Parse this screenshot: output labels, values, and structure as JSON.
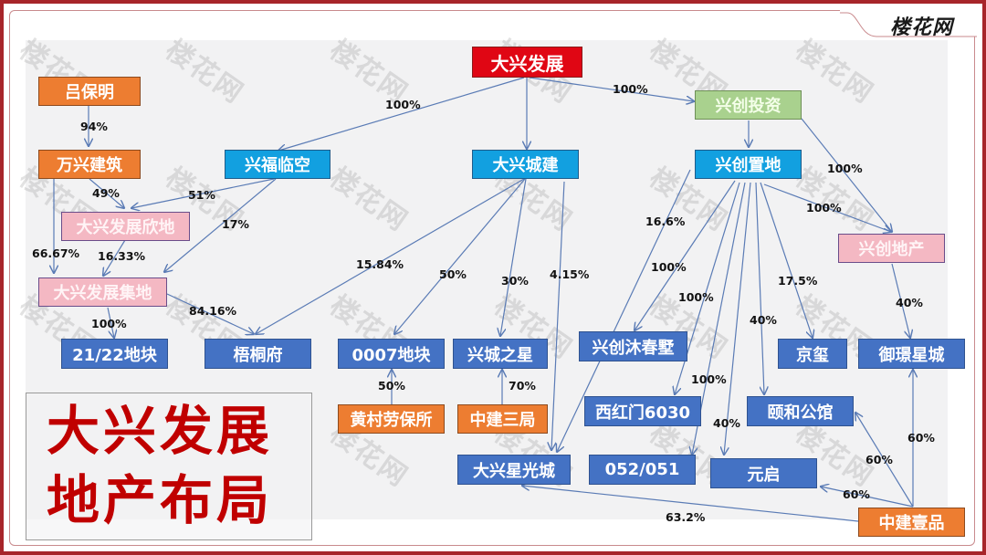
{
  "header": {
    "logo_text": "楼花网"
  },
  "watermark": "楼花网",
  "title_block": {
    "line1": "大兴发展",
    "line2": "地产布局"
  },
  "colors": {
    "frame": "#a7252a",
    "root": "#e00614",
    "shareholder": "#ed7d31",
    "subsidiary": "#12a0e0",
    "investment": "#a9d18e",
    "jv_company": "#f4b8c3",
    "project": "#4472c4",
    "title_text": "#c00000",
    "edge": "#5a7bb5"
  },
  "nodes": {
    "daxing_fazhan": "大兴发展",
    "lv_baoming": "吕保明",
    "wanxing_jianzhu": "万兴建筑",
    "xingfu_linkong": "兴福临空",
    "daxing_chengjian": "大兴城建",
    "xingchuang_touzi": "兴创投资",
    "xingchuang_zhidi": "兴创置地",
    "daxing_xindi": "大兴发展欣地",
    "daxing_jidi": "大兴发展集地",
    "xingchuang_dichan": "兴创地产",
    "plot_2122": "21/22地块",
    "wutongfu": "梧桐府",
    "plot_0007": "0007地块",
    "xingcheng_zhixing": "兴城之星",
    "xingchuang_muchunshu": "兴创沐春墅",
    "jingxi": "京玺",
    "yujing_xingcheng": "御璟星城",
    "huangcun_laobao": "黄村劳保所",
    "zhongjian_sanju": "中建三局",
    "xihongmen_6030": "西红门6030",
    "yihe_gongguan": "颐和公馆",
    "daxing_xingguangcheng": "大兴星光城",
    "plot_052051": "052/051",
    "yuanqi": "元启",
    "zhongjian_yipin": "中建壹品"
  },
  "edges": [
    {
      "from": "大兴发展",
      "to": "兴福临空",
      "pct": "100%"
    },
    {
      "from": "大兴发展",
      "to": "大兴城建",
      "pct": ""
    },
    {
      "from": "大兴发展",
      "to": "兴创投资",
      "pct": "100%"
    },
    {
      "from": "吕保明",
      "to": "万兴建筑",
      "pct": "94%"
    },
    {
      "from": "万兴建筑",
      "to": "大兴发展欣地",
      "pct": "49%"
    },
    {
      "from": "兴福临空",
      "to": "大兴发展欣地",
      "pct": "51%"
    },
    {
      "from": "兴福临空",
      "to": "大兴发展集地",
      "pct": "17%"
    },
    {
      "from": "万兴建筑",
      "to": "大兴发展集地",
      "pct": "66.67%"
    },
    {
      "from": "大兴发展欣地",
      "to": "大兴发展集地",
      "pct": "16.33%"
    },
    {
      "from": "大兴发展集地",
      "to": "21/22地块",
      "pct": "100%"
    },
    {
      "from": "大兴发展集地",
      "to": "梧桐府",
      "pct": "84.16%"
    },
    {
      "from": "大兴城建",
      "to": "梧桐府",
      "pct": "15.84%"
    },
    {
      "from": "大兴城建",
      "to": "0007地块",
      "pct": "50%"
    },
    {
      "from": "大兴城建",
      "to": "兴城之星",
      "pct": "30%"
    },
    {
      "from": "大兴城建",
      "to": "大兴星光城",
      "pct": "4.15%"
    },
    {
      "from": "黄村劳保所",
      "to": "0007地块",
      "pct": "50%"
    },
    {
      "from": "中建三局",
      "to": "兴城之星",
      "pct": "70%"
    },
    {
      "from": "兴创投资",
      "to": "兴创置地",
      "pct": ""
    },
    {
      "from": "兴创投资",
      "to": "兴创地产",
      "pct": "100%"
    },
    {
      "from": "兴创置地",
      "to": "兴创地产",
      "pct": "100%"
    },
    {
      "from": "兴创置地",
      "to": "大兴星光城",
      "pct": "16.6%"
    },
    {
      "from": "兴创置地",
      "to": "兴创沐春墅",
      "pct": "100%"
    },
    {
      "from": "兴创置地",
      "to": "西红门6030",
      "pct": "100%"
    },
    {
      "from": "兴创置地",
      "to": "052/051",
      "pct": "100%"
    },
    {
      "from": "兴创置地",
      "to": "元启",
      "pct": "40%"
    },
    {
      "from": "兴创置地",
      "to": "颐和公馆",
      "pct": "40%"
    },
    {
      "from": "兴创置地",
      "to": "京玺",
      "pct": "17.5%"
    },
    {
      "from": "兴创地产",
      "to": "御璟星城",
      "pct": "40%"
    },
    {
      "from": "中建壹品",
      "to": "御璟星城",
      "pct": "60%"
    },
    {
      "from": "中建壹品",
      "to": "颐和公馆",
      "pct": "60%"
    },
    {
      "from": "中建壹品",
      "to": "元启",
      "pct": "60%"
    },
    {
      "from": "中建壹品",
      "to": "大兴星光城",
      "pct": "63.2%"
    }
  ],
  "labels": {
    "l_dxfz_xflk": "100%",
    "l_dxfz_xctz": "100%",
    "l_lbm_wxjz": "94%",
    "l_wxjz_xindi": "49%",
    "l_xflk_xindi": "51%",
    "l_xflk_jidi": "17%",
    "l_wxjz_jidi": "66.67%",
    "l_xindi_jidi": "16.33%",
    "l_jidi_2122": "100%",
    "l_jidi_wtf": "84.16%",
    "l_dxcj_wtf": "15.84%",
    "l_dxcj_0007": "50%",
    "l_dxcj_xczx": "30%",
    "l_dxcj_xgc": "4.15%",
    "l_hclb_0007": "50%",
    "l_zjsj_xczx": "70%",
    "l_xctz_xcdc": "100%",
    "l_xczd_xcdc": "100%",
    "l_xczd_xgc": "16.6%",
    "l_xczd_mcs": "100%",
    "l_xczd_xhm": "100%",
    "l_xczd_052": "100%",
    "l_xczd_yq": "40%",
    "l_xczd_yhgg": "40%",
    "l_xczd_jx": "17.5%",
    "l_xcdc_yjxc": "40%",
    "l_zjyp_yjxc": "60%",
    "l_zjyp_yhgg": "60%",
    "l_zjyp_yq": "60%",
    "l_zjyp_xgc": "63.2%"
  }
}
